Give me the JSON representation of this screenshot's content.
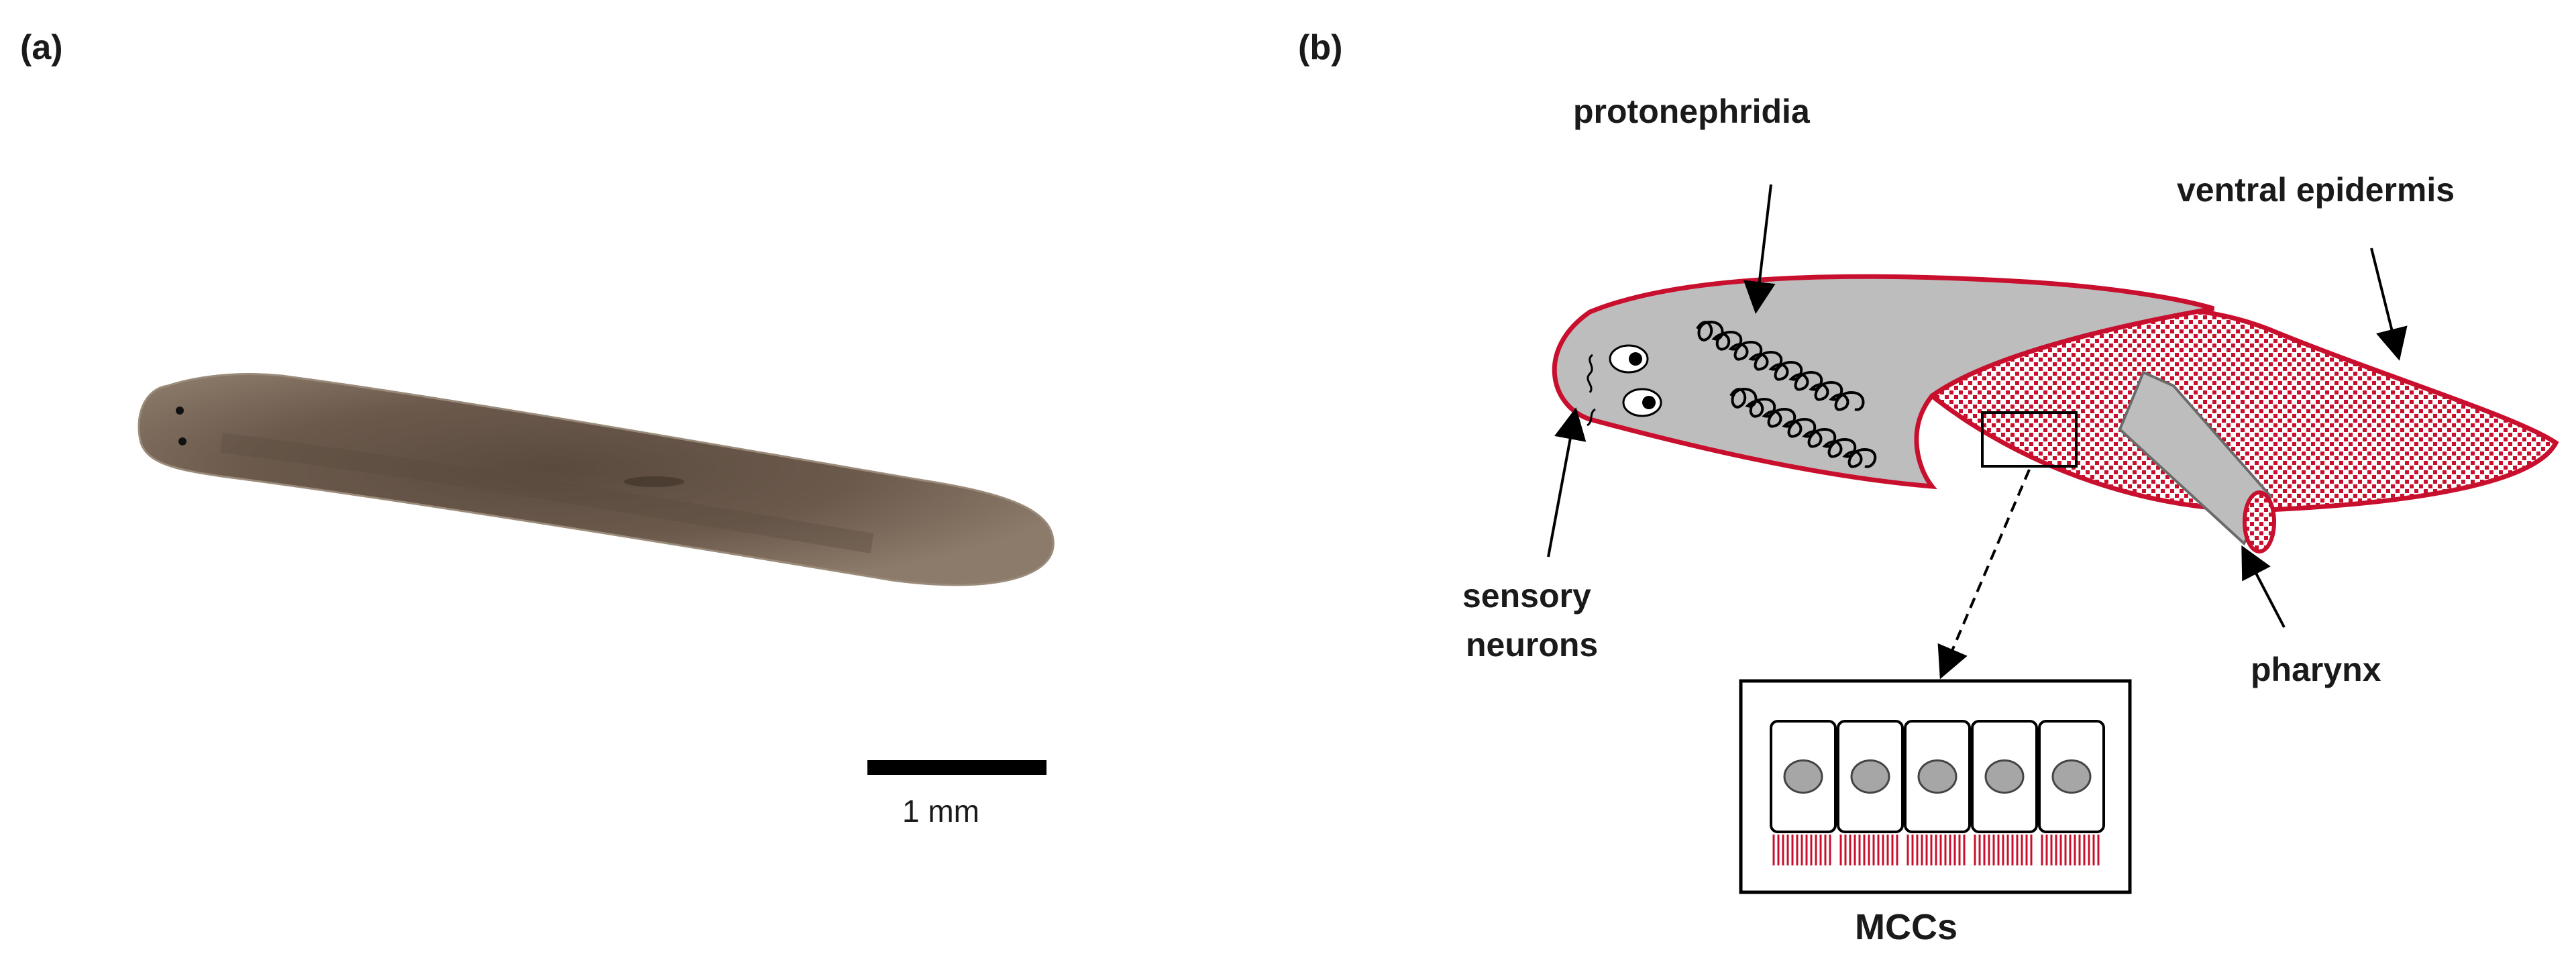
{
  "panel_a": {
    "label": "(a)",
    "scale_bar_label": "1 mm"
  },
  "panel_b": {
    "label": "(b)",
    "labels": {
      "protonephridia": "protonephridia",
      "ventral_epidermis": "ventral epidermis",
      "sensory_line1": "sensory",
      "sensory_line2": "neurons",
      "pharynx": "pharynx",
      "mccs": "MCCs"
    },
    "colors": {
      "outline_red": "#c8102e",
      "body_gray": "#bdbdbd",
      "nucleus_gray": "#a6a6a6",
      "worm_brown": "#6e5b4c"
    },
    "cell_count": 5
  }
}
